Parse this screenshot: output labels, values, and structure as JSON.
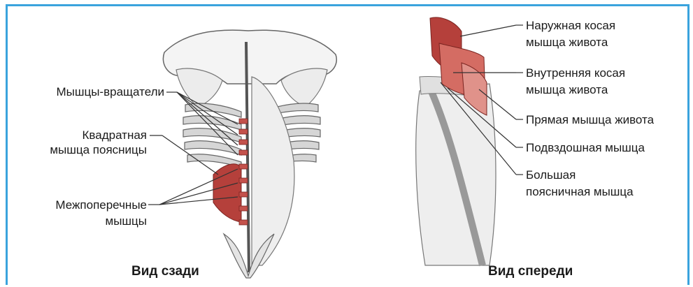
{
  "colors": {
    "frame": "#3aa3dd",
    "muscle_red": "#b5403b",
    "bone": "#dcdcdc",
    "line": "#333333"
  },
  "left_view": {
    "caption": "Вид сзади",
    "labels": {
      "rotators": "Мышцы-вращатели",
      "quadratus_1": "Квадратная",
      "quadratus_2": "мышца поясницы",
      "intertransverse_1": "Межпоперечные",
      "intertransverse_2": "мышцы"
    }
  },
  "right_view": {
    "caption": "Вид спереди",
    "labels": {
      "external_oblique_1": "Наружная косая",
      "external_oblique_2": "мышца живота",
      "internal_oblique_1": "Внутренняя косая",
      "internal_oblique_2": "мышца живота",
      "rectus": "Прямая мышца живота",
      "iliacus": "Подвздошная мышца",
      "psoas_1": "Большая",
      "psoas_2": "поясничная мышца"
    }
  }
}
